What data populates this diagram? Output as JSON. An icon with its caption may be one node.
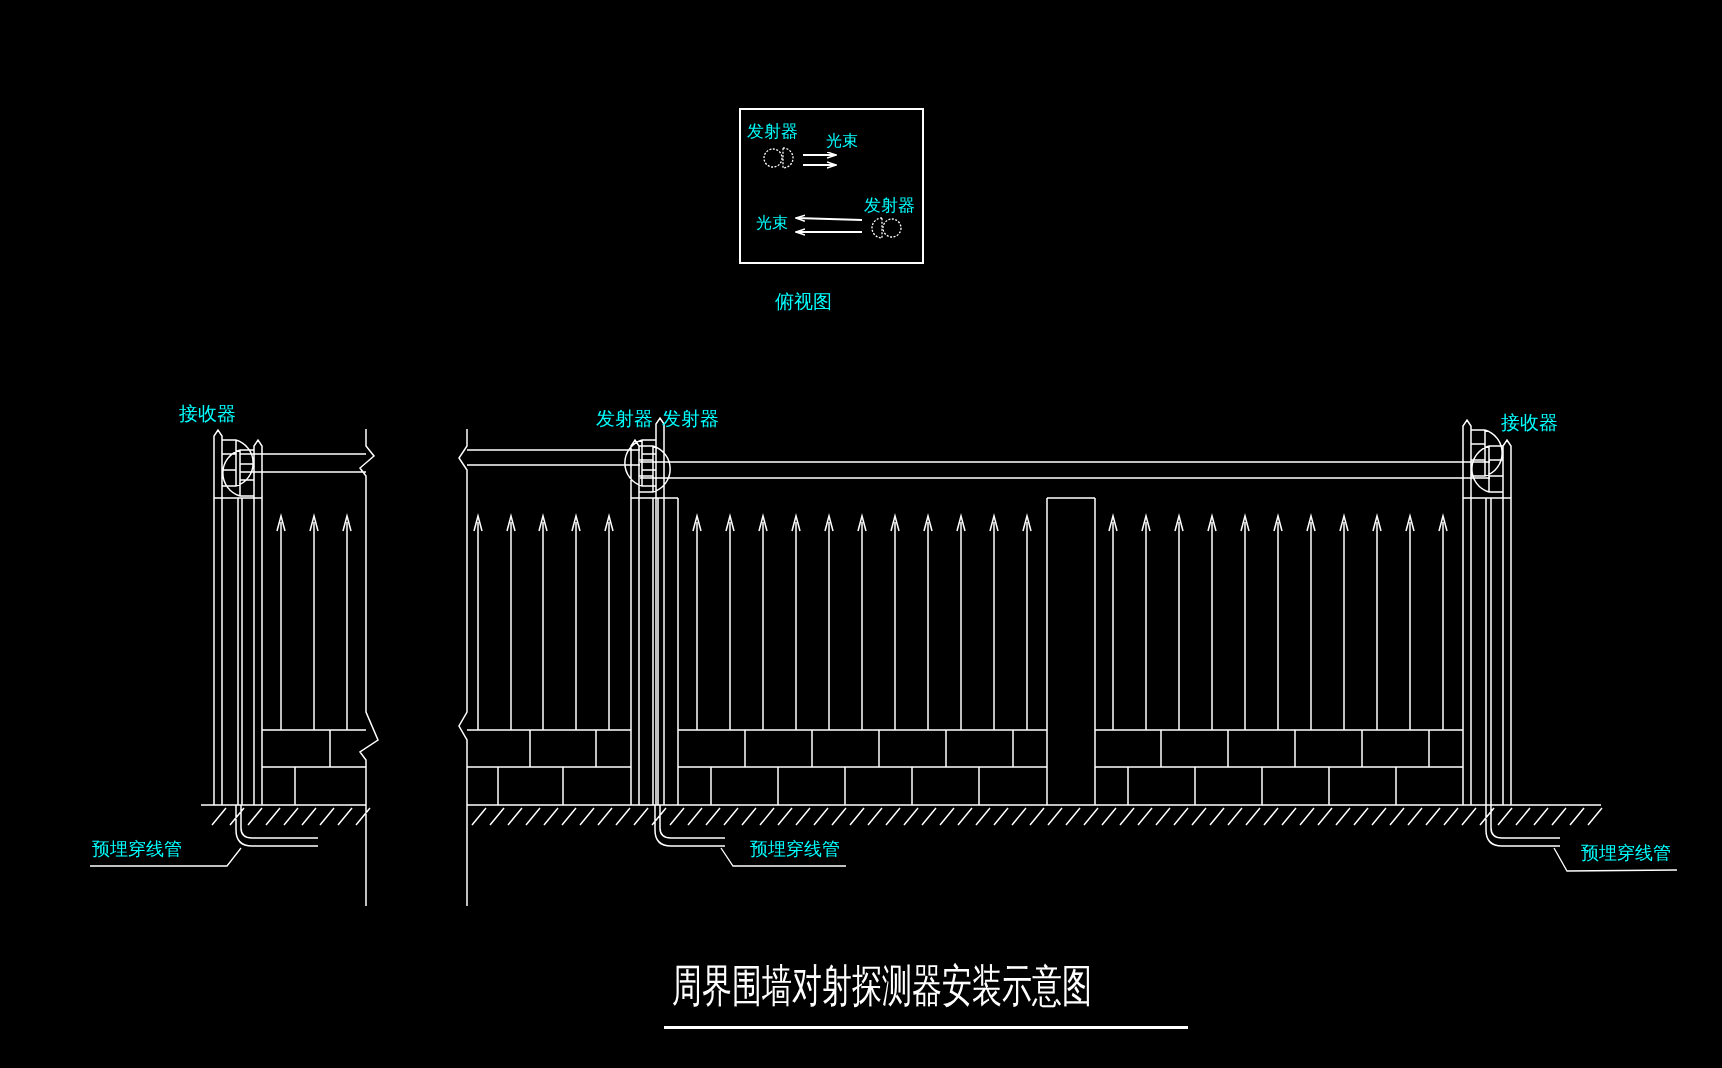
{
  "diagram": {
    "title": "周界围墙对射探测器安装示意图",
    "nodes": [
      {
        "text": [],
        "shape": "box",
        "beside": [
          "俯视图"
        ]
      },
      {
        "text": [
          "发射器"
        ],
        "in": 0
      },
      {
        "text": [
          "发射器"
        ],
        "in": 0
      },
      {
        "text": [
          "预埋穿线管"
        ]
      },
      {
        "text": [
          "预埋穿线管"
        ]
      },
      {
        "text": [
          "预埋穿线管"
        ]
      }
    ],
    "edges": [
      {
        "from": 1,
        "to": null,
        "arrow": "to",
        "label": "光束"
      },
      {
        "from": 1,
        "to": null,
        "arrow": "to"
      },
      {
        "from": 2,
        "to": null,
        "arrow": "to",
        "label": "光束"
      },
      {
        "from": 2,
        "to": null,
        "arrow": "to"
      },
      {
        "from": 3,
        "to": null,
        "arrow": "none"
      },
      {
        "from": 4,
        "to": null,
        "arrow": "none"
      },
      {
        "from": 5,
        "to": null,
        "arrow": "none"
      }
    ],
    "labels": [
      "接收器",
      "发射器",
      "发射器",
      "接收器"
    ]
  }
}
